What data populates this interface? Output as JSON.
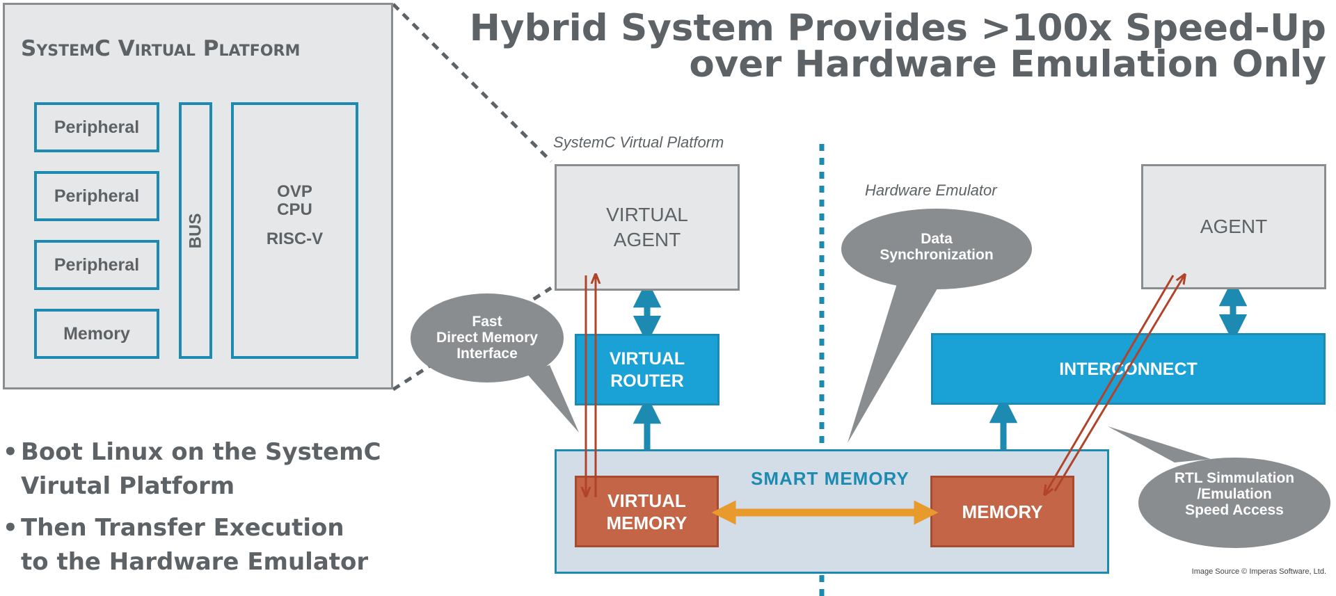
{
  "title": {
    "line1": "Hybrid System Provides >100x Speed-Up",
    "line2": "over Hardware Emulation Only"
  },
  "detail_panel": {
    "title_part1": "SystemC",
    "title_part2": "Virtual Platform",
    "peripheral_1": "Peripheral",
    "peripheral_2": "Peripheral",
    "peripheral_3": "Peripheral",
    "memory": "Memory",
    "bus": "BUS",
    "cpu_line1": "OVP",
    "cpu_line2": "CPU",
    "cpu_line3": "RISC-V"
  },
  "bullets": {
    "b1_line1": "Boot Linux on the SystemC",
    "b1_line2": "Virutal Platform",
    "b2_line1": "Then Transfer Execution",
    "b2_line2": "to the Hardware Emulator",
    "bullet_char": "•"
  },
  "diagram": {
    "systemc_caption": "SystemC Virtual Platform",
    "emulator_caption": "Hardware Emulator",
    "virtual_agent_line1": "VIRTUAL",
    "virtual_agent_line2": "AGENT",
    "agent": "AGENT",
    "virtual_router_line1": "VIRTUAL",
    "virtual_router_line2": "ROUTER",
    "interconnect": "INTERCONNECT",
    "smart_memory": "SMART  MEMORY",
    "virtual_memory_line1": "VIRTUAL",
    "virtual_memory_line2": "MEMORY",
    "memory": "MEMORY",
    "bubble_fast_line1": "Fast",
    "bubble_fast_line2": "Direct Memory",
    "bubble_fast_line3": "Interface",
    "bubble_sync_line1": "Data",
    "bubble_sync_line2": "Synchronization",
    "bubble_rtl_line1": "RTL Simmulation",
    "bubble_rtl_line2": "/Emulation",
    "bubble_rtl_line3": "Speed Access"
  },
  "source_note": "Image Source © Imperas Software, Ltd.",
  "colors": {
    "title_gray": "#5c6265",
    "panel_fill": "#e6e7e8",
    "panel_border": "#8a8d8f",
    "accent_blue": "#1c8ab1",
    "cyan_fill": "#1aa1d6",
    "smart_memory_fill": "#d3dde7",
    "memory_orange": "#c46548",
    "arrow_orange": "#e89a2c",
    "arrow_red": "#b0432a",
    "bubble_gray": "#8a8d8f"
  }
}
